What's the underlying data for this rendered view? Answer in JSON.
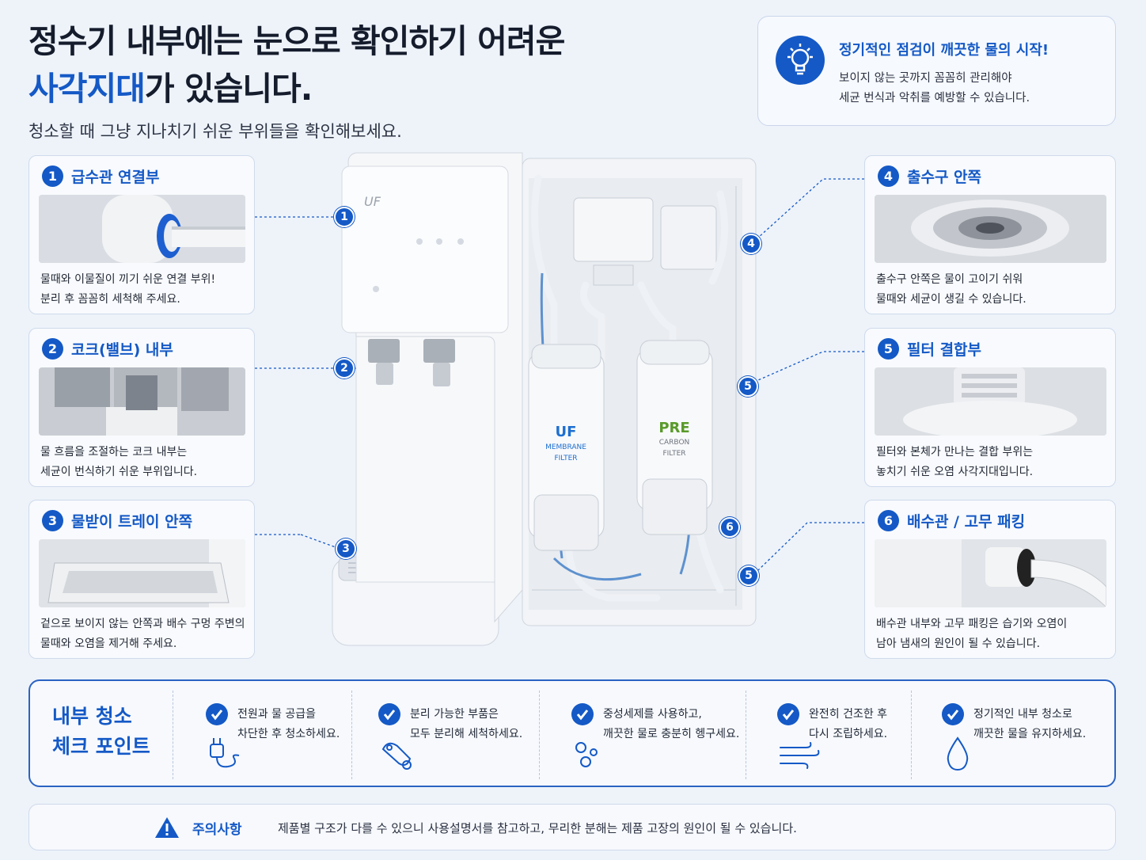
{
  "headline": {
    "line1": "정수기 내부에는 눈으로 확인하기 어려운",
    "accent": "사각지대",
    "line2_rest": "가 있습니다.",
    "subtitle": "청소할 때 그냥 지나치기 쉬운 부위들을 확인해보세요."
  },
  "tip": {
    "icon": "lightbulb-icon",
    "title": "정기적인 점검이 깨끗한 물의 시작!",
    "body_line1": "보이지 않는 곳까지 꼼꼼히 관리해야",
    "body_line2": "세균 번식과 악취를 예방할 수 있습니다."
  },
  "cards": [
    {
      "num": "1",
      "title": "급수관 연결부",
      "desc": "물때와 이물질이 끼기 쉬운 연결 부위!\n분리 후 꼼꼼히 세척해 주세요."
    },
    {
      "num": "2",
      "title": "코크(밸브) 내부",
      "desc": "물 흐름을 조절하는 코크 내부는\n세균이 번식하기 쉬운 부위입니다."
    },
    {
      "num": "3",
      "title": "물받이 트레이 안쪽",
      "desc": "겉으로 보이지 않는 안쪽과 배수 구멍 주변의\n물때와 오염을 제거해 주세요."
    },
    {
      "num": "4",
      "title": "출수구 안쪽",
      "desc": "출수구 안쪽은 물이 고이기 쉬워\n물때와 세균이 생길 수 있습니다."
    },
    {
      "num": "5",
      "title": "필터 결합부",
      "desc": "필터와 본체가 만나는 결합 부위는\n놓치기 쉬운 오염 사각지대입니다."
    },
    {
      "num": "6",
      "title": "배수관 / 고무 패킹",
      "desc": "배수관 내부와 고무 패킹은 습기와 오염이\n남아 냄새의 원인이 될 수 있습니다."
    }
  ],
  "markers": [
    "1",
    "2",
    "3",
    "4",
    "5",
    "6",
    "5"
  ],
  "product": {
    "brand": "UF",
    "filter1": {
      "line1": "UF",
      "line2": "MEMBRANE",
      "line3": "FILTER"
    },
    "filter2": {
      "line1": "PRE",
      "line2": "CARBON",
      "line3": "FILTER"
    }
  },
  "checklist": {
    "label": "내부 청소\n체크 포인트",
    "items": [
      {
        "text": "전원과 물 공급을\n차단한 후 청소하세요.",
        "icon": "plug-icon"
      },
      {
        "text": "분리 가능한 부품은\n모두 분리해 세척하세요.",
        "icon": "part-icon"
      },
      {
        "text": "중성세제를 사용하고,\n깨끗한 물로 충분히 헹구세요.",
        "icon": "bubbles-icon"
      },
      {
        "text": "완전히 건조한 후\n다시 조립하세요.",
        "icon": "wind-icon"
      },
      {
        "text": "정기적인 내부 청소로\n깨끗한 물을 유지하세요.",
        "icon": "water-drop-icon"
      }
    ]
  },
  "warning": {
    "icon": "warning-icon",
    "title": "주의사항",
    "text": "제품별 구조가 다를 수 있으니 사용설명서를 참고하고, 무리한 분해는 제품 고장의 원인이 될 수 있습니다."
  },
  "colors": {
    "accent": "#1459c6",
    "background": "#eef3fa",
    "filter_green": "#5a9a2a"
  }
}
